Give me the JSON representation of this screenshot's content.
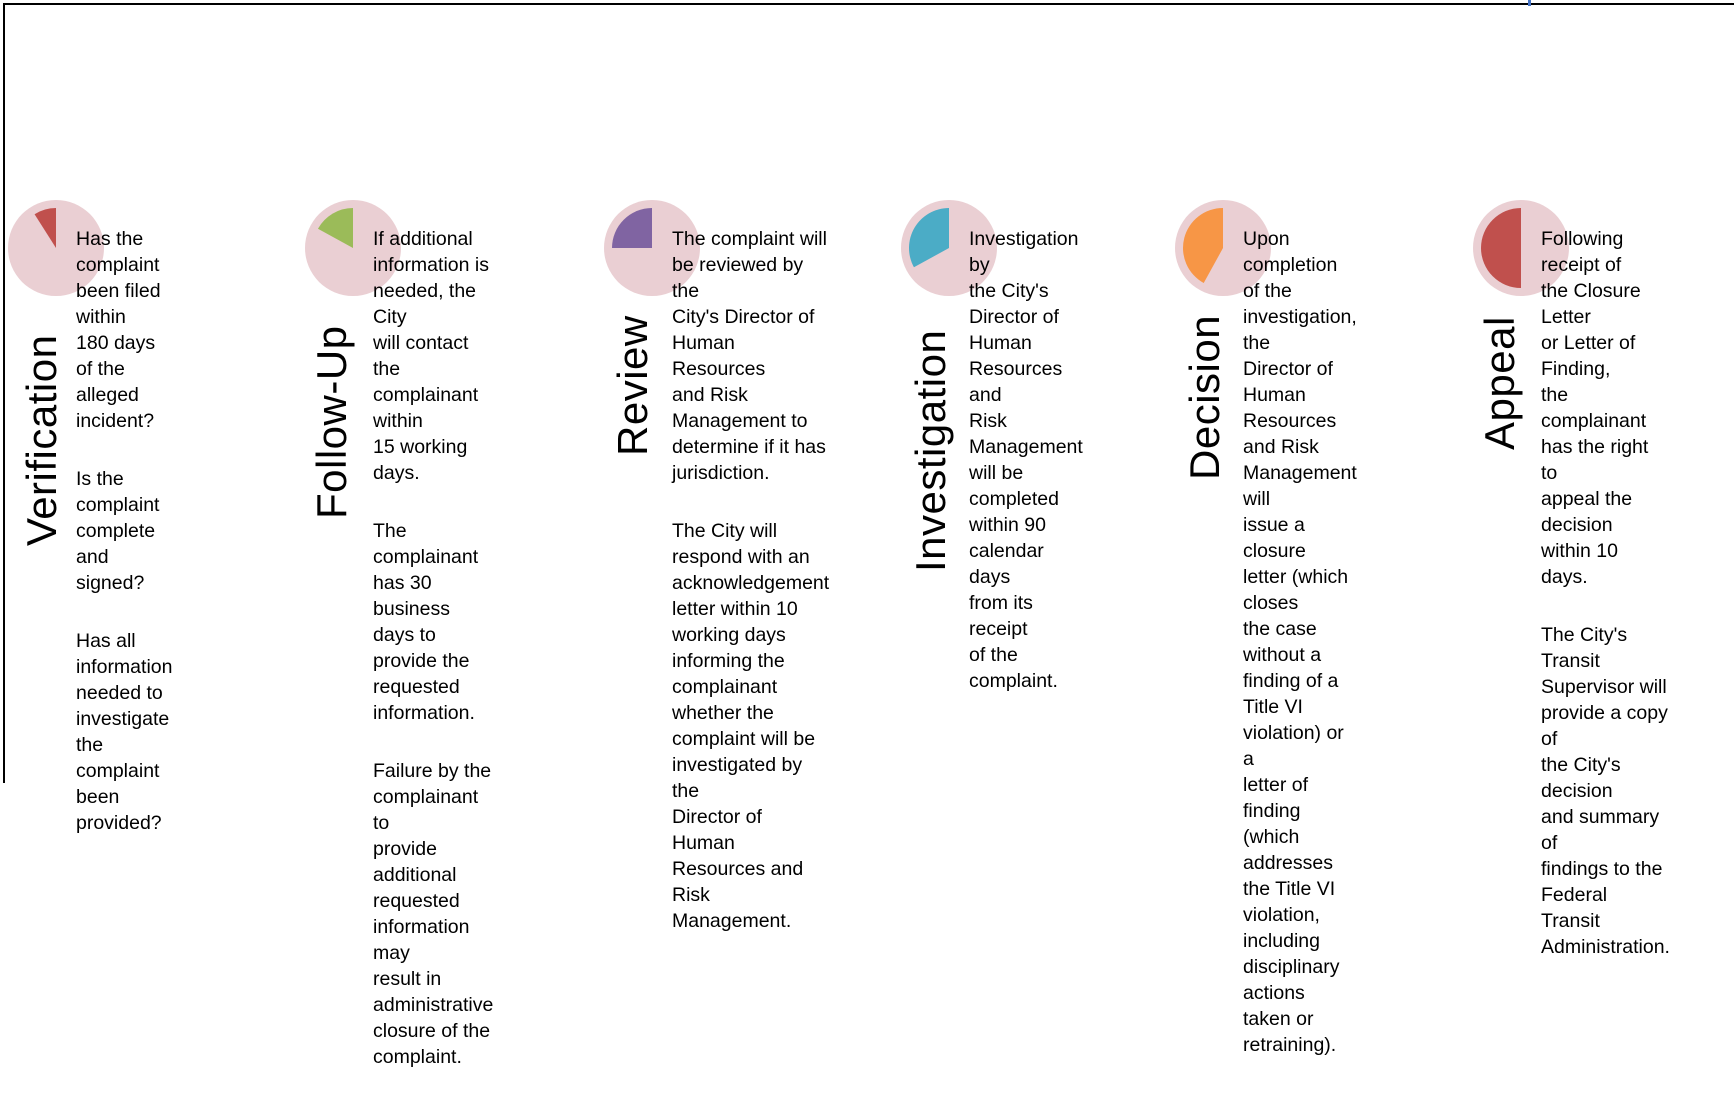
{
  "colors": {
    "pie_background": "#eacfd3",
    "verification": "#c0504d",
    "follow_up": "#9bbb59",
    "review": "#8064a2",
    "investigation": "#4bacc6",
    "decision": "#f79646",
    "appeal": "#c0504d",
    "border": "#000000"
  },
  "steps": [
    {
      "title": "Verification",
      "pie_fraction": 0.09,
      "paragraphs": [
        "Has the complaint\nbeen filed within\n180 days of the\nalleged incident?",
        "Is the complaint\ncomplete and\nsigned?",
        "Has all information\nneeded to\ninvestigate the\ncomplaint been\nprovided?"
      ]
    },
    {
      "title": "Follow-Up",
      "pie_fraction": 0.17,
      "paragraphs": [
        "If additional\ninformation is\nneeded, the City\nwill contact the\ncomplainant within\n15 working days.",
        "The complainant\nhas 30 business\ndays to provide the\nrequested\ninformation.",
        "Failure by the\ncomplainant to\nprovide additional\nrequested\ninformation may\nresult in\nadministrative\nclosure of the\ncomplaint."
      ]
    },
    {
      "title": "Review",
      "pie_fraction": 0.25,
      "paragraphs": [
        "The complaint will\nbe reviewed by the\nCity's Director of\nHuman Resources\nand Risk\nManagement to\ndetermine if it has\njurisdiction.",
        "The City will\nrespond with an\nacknowledgement\nletter within 10\nworking days\ninforming the\ncomplainant\nwhether the\ncomplaint will be\ninvestigated by the\nDirector of Human\nResources and Risk\nManagement."
      ]
    },
    {
      "title": "Investigation",
      "pie_fraction": 0.33,
      "paragraphs": [
        "Investigation by\nthe City's\nDirector of\nHuman\nResources and\nRisk\nManagement\nwill be\ncompleted\nwithin 90\ncalendar days\nfrom its receipt\nof the complaint."
      ]
    },
    {
      "title": "Decision",
      "pie_fraction": 0.42,
      "paragraphs": [
        "Upon completion\nof the\ninvestigation, the\nDirector of Human\nResources and Risk\nManagement will\nissue a closure\nletter (which closes\nthe case without a\nfinding of a Title VI\nviolation) or a\nletter of finding\n(which addresses\nthe Title VI\nviolation, including\ndisciplinary actions\ntaken or\nretraining)."
      ]
    },
    {
      "title": "Appeal",
      "pie_fraction": 0.5,
      "paragraphs": [
        "Following receipt of\nthe Closure Letter\nor Letter of Finding,\nthe complainant\nhas the right to\nappeal the decision\nwithin 10 days.",
        "The City's Transit\nSupervisor will\nprovide a copy of\nthe City's decision\nand summary of\nfindings to the\nFederal Transit\nAdministration."
      ]
    }
  ]
}
